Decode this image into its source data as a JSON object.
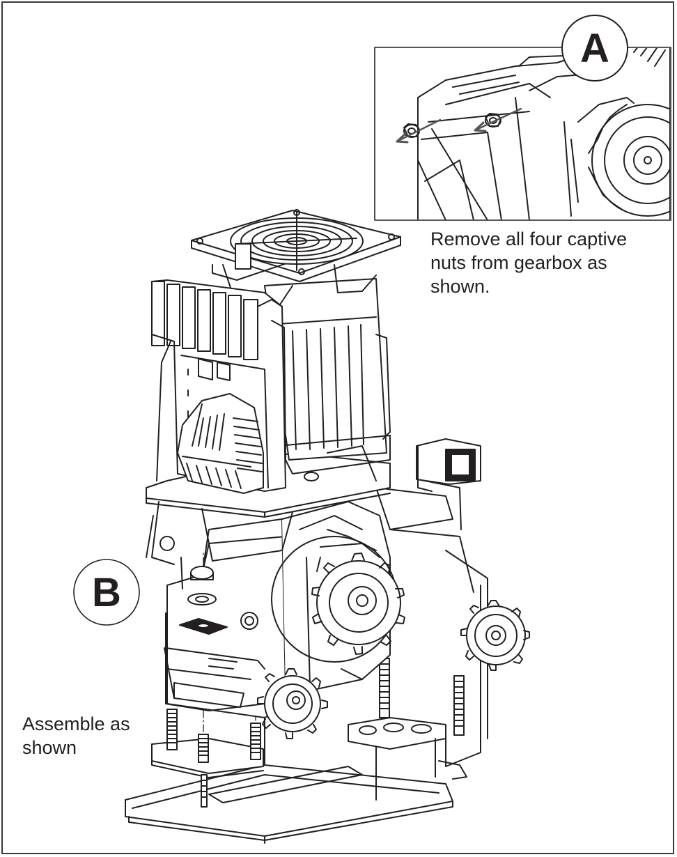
{
  "callouts": {
    "a": {
      "letter": "A",
      "caption": "Remove all four captive nuts from gearbox as shown."
    },
    "b": {
      "letter": "B",
      "caption": "Assemble as shown"
    }
  },
  "colors": {
    "line": "#231f20",
    "frame": "#3a3a3a",
    "arrow": "#555555"
  }
}
